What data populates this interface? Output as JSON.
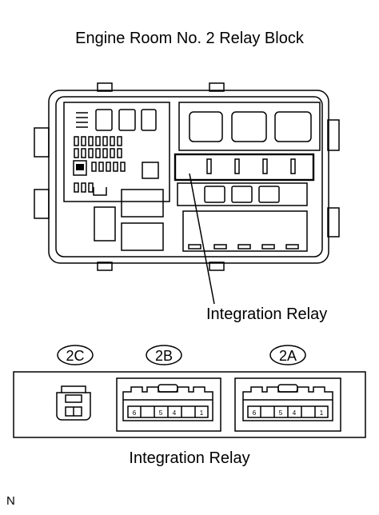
{
  "title": "Engine Room No. 2 Relay Block",
  "callout_label": "Integration Relay",
  "connectors": [
    {
      "code": "2C"
    },
    {
      "code": "2B",
      "pins": [
        "6",
        "5",
        "4",
        "1"
      ]
    },
    {
      "code": "2A",
      "pins": [
        "6",
        "5",
        "4",
        "1"
      ]
    }
  ],
  "bottom_label": "Integration Relay",
  "corner_mark": "N"
}
